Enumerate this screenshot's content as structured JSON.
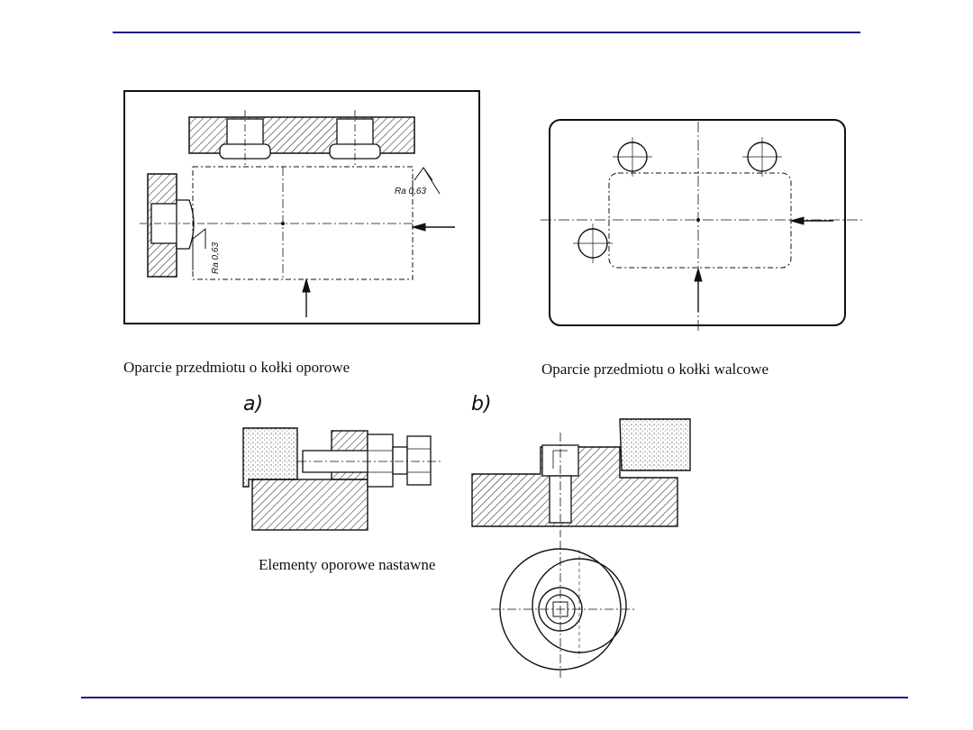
{
  "figure1": {
    "caption": "Oparcie przedmiotu o kołki oporowe",
    "roughness_top": "Ra 0,63",
    "roughness_left": "Ra 0,63"
  },
  "figure2": {
    "caption": "Oparcie przedmiotu o kołki walcowe"
  },
  "figure3": {
    "caption": "Elementy oporowe nastawne",
    "label_a": "a)",
    "label_b": "b)"
  },
  "colors": {
    "rule": "#1a1a8c",
    "line": "#111111"
  }
}
